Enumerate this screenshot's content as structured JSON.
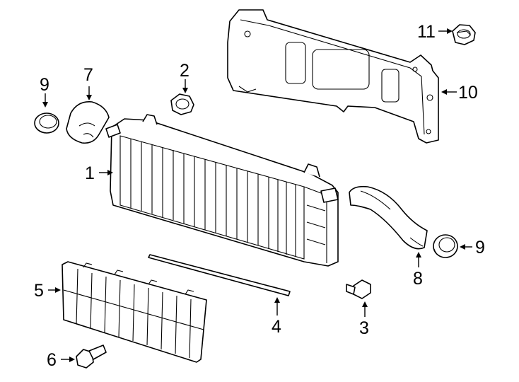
{
  "callouts": [
    {
      "key": "n1",
      "text": "1"
    },
    {
      "key": "n2",
      "text": "2"
    },
    {
      "key": "n3",
      "text": "3"
    },
    {
      "key": "n4",
      "text": "4"
    },
    {
      "key": "n5",
      "text": "5"
    },
    {
      "key": "n6",
      "text": "6"
    },
    {
      "key": "n7",
      "text": "7"
    },
    {
      "key": "n8",
      "text": "8"
    },
    {
      "key": "n9a",
      "text": "9"
    },
    {
      "key": "n9b",
      "text": "9"
    },
    {
      "key": "n10",
      "text": "10"
    },
    {
      "key": "n11",
      "text": "11"
    }
  ],
  "parts": [
    "intercooler",
    "nut",
    "bolt",
    "seal-strip",
    "air-deflector",
    "bolt",
    "inlet-hose",
    "outlet-hose",
    "hose-clamp-seal",
    "mounting-bracket",
    "nut"
  ]
}
